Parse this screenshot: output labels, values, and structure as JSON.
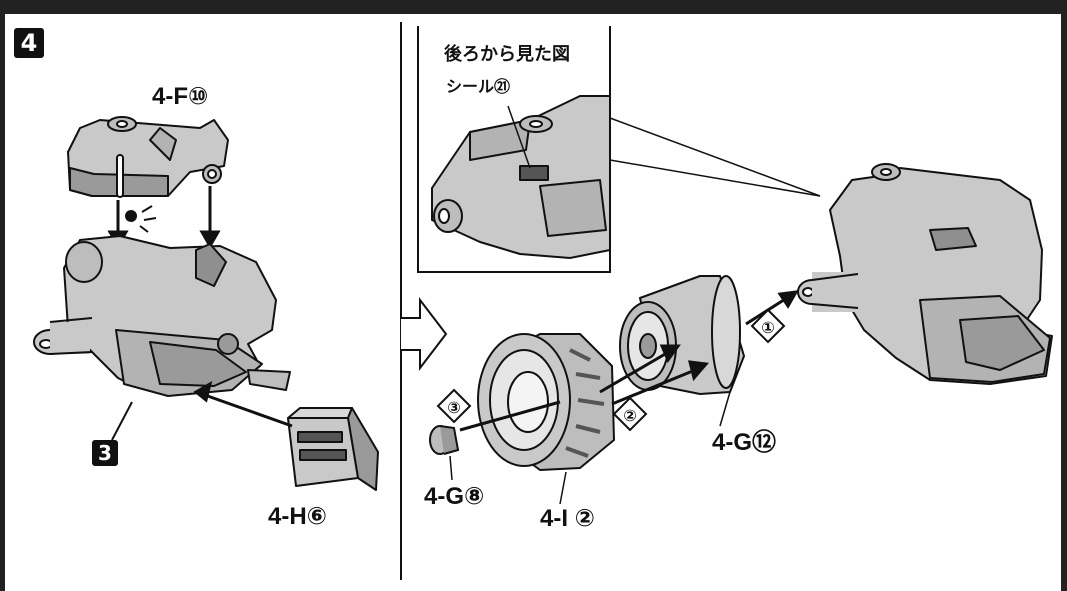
{
  "step": {
    "number": "4",
    "subassembly": "3"
  },
  "parts": {
    "f10": "4-F⑩",
    "h6": "4-H⑥",
    "g8": "4-G⑧",
    "i2": "4-I ②",
    "g12": "4-G⑫"
  },
  "inset": {
    "title": "後ろから見た図",
    "sticker": "シール㉑"
  },
  "order_marks": [
    "①",
    "②",
    "③"
  ],
  "colors": {
    "part_gray": "#c9c9c9",
    "shade_gray": "#9a9a9a",
    "line": "#111111",
    "frame": "#222222"
  }
}
